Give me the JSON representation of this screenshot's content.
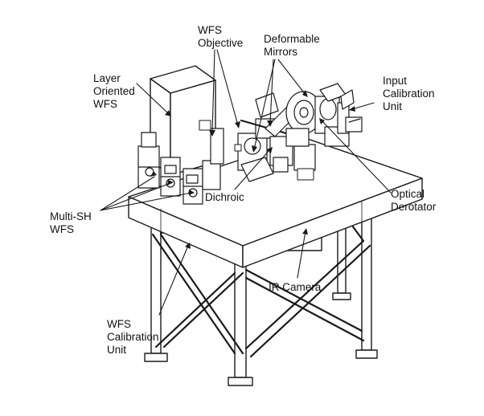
{
  "labels": {
    "wfs_objective": [
      "WFS",
      "Objective"
    ],
    "deformable_mirrors": [
      "Deformable",
      "Mirrors"
    ],
    "layer_oriented_wfs": [
      "Layer",
      "Oriented",
      "WFS"
    ],
    "input_calibration_unit": [
      "Input",
      "Calibration",
      "Unit"
    ],
    "multi_sh_wfs": [
      "Multi-SH",
      "WFS"
    ],
    "dichroic": [
      "Dichroic"
    ],
    "optical_derotator": [
      "Optical",
      "Derotator"
    ],
    "ir_camera": [
      "IR Camera"
    ],
    "wfs_calibration_unit": [
      "WFS",
      "Calibration",
      "Unit"
    ]
  }
}
